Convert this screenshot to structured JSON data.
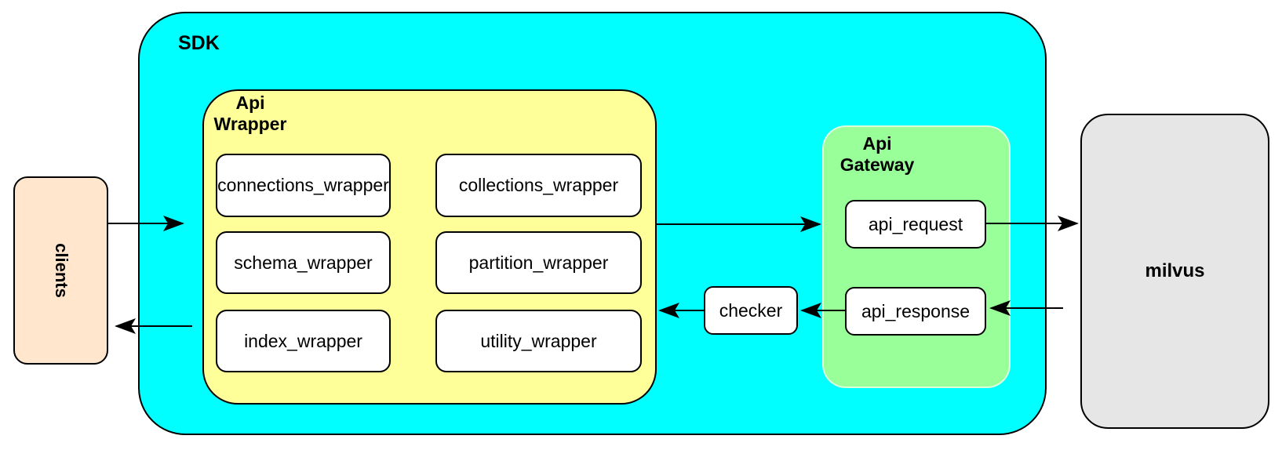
{
  "diagram": {
    "nodes": {
      "clients": {
        "label": "clients",
        "fill": "#FFE6CC"
      },
      "sdk": {
        "label": "SDK",
        "fill": "#00FFFF"
      },
      "api_wrapper": {
        "label_lines": [
          "Api",
          "Wrapper"
        ],
        "fill": "#FFFF99",
        "modules": [
          "connections_wrapper",
          "collections_wrapper",
          "schema_wrapper",
          "partition_wrapper",
          "index_wrapper",
          "utility_wrapper"
        ]
      },
      "api_gateway": {
        "label_lines": [
          "Api",
          "Gateway"
        ],
        "fill": "#99FF99",
        "request_label": "api_request",
        "response_label": "api_response"
      },
      "checker": {
        "label": "checker",
        "fill": "#FFFFFF"
      },
      "milvus": {
        "label": "milvus",
        "fill": "#E6E6E6"
      }
    },
    "edges": [
      {
        "from": "clients",
        "to": "sdk"
      },
      {
        "from": "api_wrapper",
        "to": "clients"
      },
      {
        "from": "api_wrapper",
        "to": "api_gateway"
      },
      {
        "from": "api_request",
        "to": "milvus"
      },
      {
        "from": "milvus",
        "to": "api_response"
      },
      {
        "from": "api_response",
        "to": "checker"
      },
      {
        "from": "checker",
        "to": "api_wrapper"
      }
    ],
    "colors": {
      "edge_line": "#000000",
      "node_border": "#000000",
      "module_fill": "#FFFFFF"
    }
  }
}
